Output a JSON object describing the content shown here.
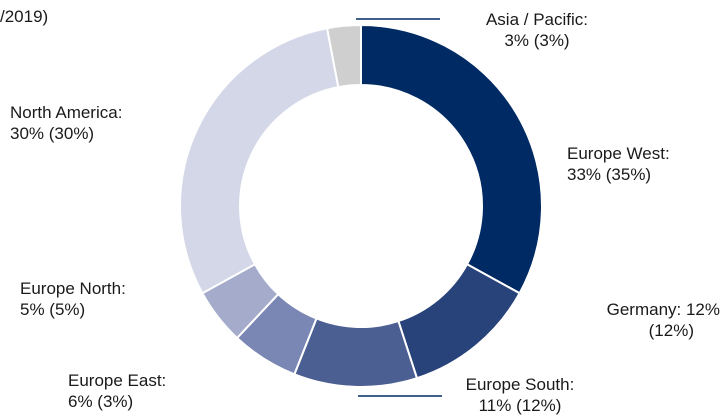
{
  "header_fragment": "/2019)",
  "chart_data": {
    "type": "pie",
    "donut": true,
    "start_angle_deg": 0,
    "direction": "clockwise",
    "categories": [
      "Europe West",
      "Germany",
      "Europe South",
      "Europe East",
      "Europe North",
      "North America",
      "Asia / Pacific"
    ],
    "values": [
      33,
      12,
      11,
      6,
      5,
      30,
      3
    ],
    "prior_values": [
      35,
      12,
      12,
      3,
      5,
      30,
      3
    ],
    "colors": [
      "#002a63",
      "#28427a",
      "#4c5f92",
      "#7a87b4",
      "#a4abcb",
      "#d3d7e8",
      "#cfcfcf"
    ],
    "labels": [
      {
        "name_line": "Europe West:",
        "value_line": "33%  (35%)"
      },
      {
        "name_line": "Germany:  12%",
        "value_line": "(12%)"
      },
      {
        "name_line": "Europe South:",
        "value_line": "11%  (12%)"
      },
      {
        "name_line": "Europe East:",
        "value_line": "6% (3%)"
      },
      {
        "name_line": "Europe North:",
        "value_line": "5%  (5%)"
      },
      {
        "name_line": "North America:",
        "value_line": "30% (30%)"
      },
      {
        "name_line": "Asia / Pacific:",
        "value_line": "3%  (3%)"
      }
    ]
  }
}
